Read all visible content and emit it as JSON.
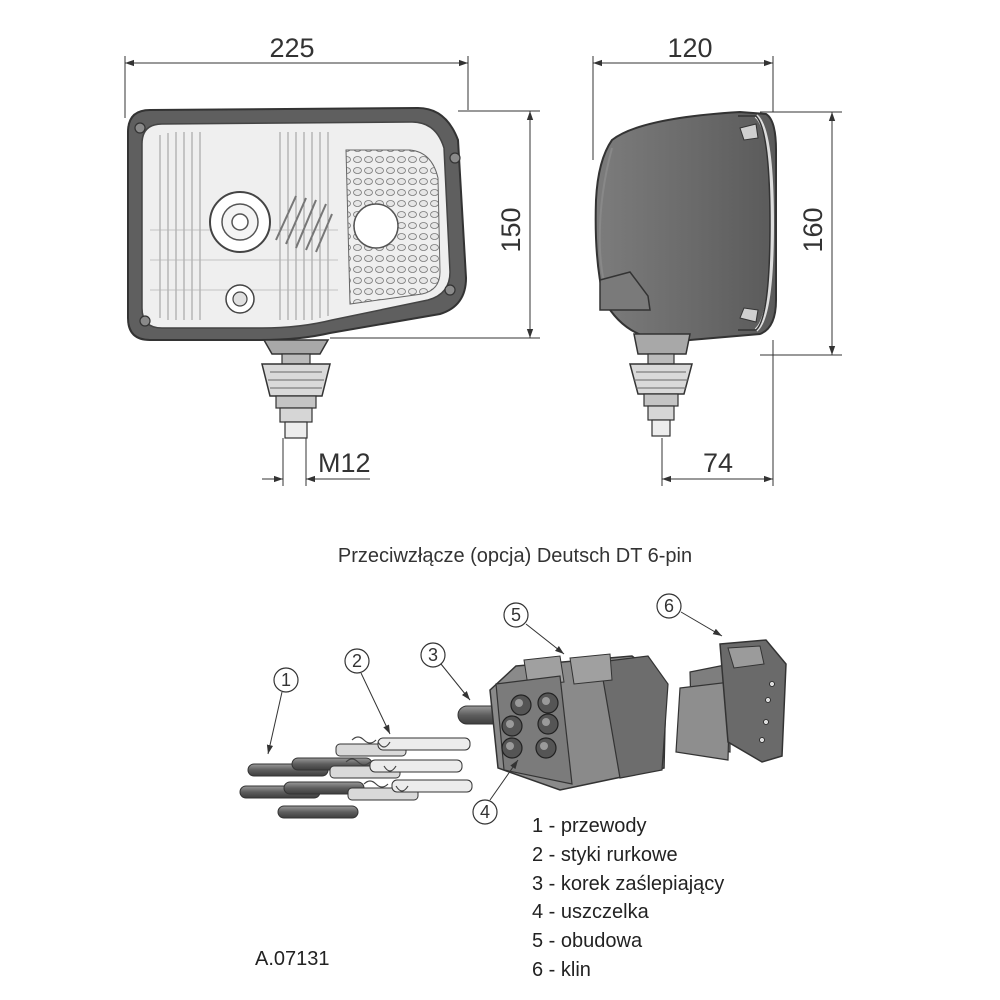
{
  "dimensions": {
    "width_front": "225",
    "height_front": "150",
    "width_side": "120",
    "height_side": "160",
    "depth_mount": "74",
    "thread": "M12"
  },
  "connector": {
    "title": "Przeciwzłącze (opcja) Deutsch DT 6-pin",
    "callouts": [
      "1",
      "2",
      "3",
      "4",
      "5",
      "6"
    ],
    "legend": [
      "1 - przewody",
      "2 - styki rurkowe",
      "3 - korek zaślepiający",
      "4 - uszczelka",
      "5 - obudowa",
      "6 - klin"
    ]
  },
  "drawing_code": "A.07131"
}
